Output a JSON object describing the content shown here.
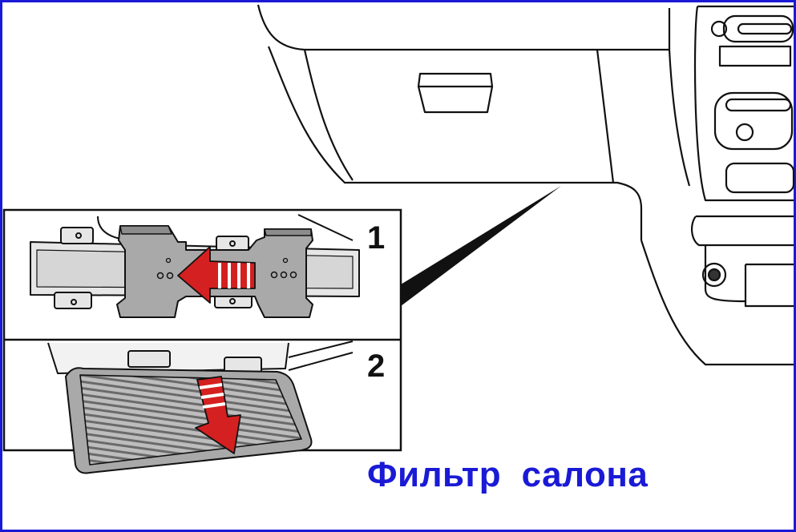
{
  "caption": "Фильтр  салона",
  "steps": [
    {
      "number": "1"
    },
    {
      "number": "2"
    }
  ],
  "colors": {
    "frame": "#1a1ad6",
    "caption": "#1a1ad6",
    "arrow": "#d42020",
    "part_fill": "#a9a9a9",
    "housing_fill": "#e6e6e6"
  }
}
